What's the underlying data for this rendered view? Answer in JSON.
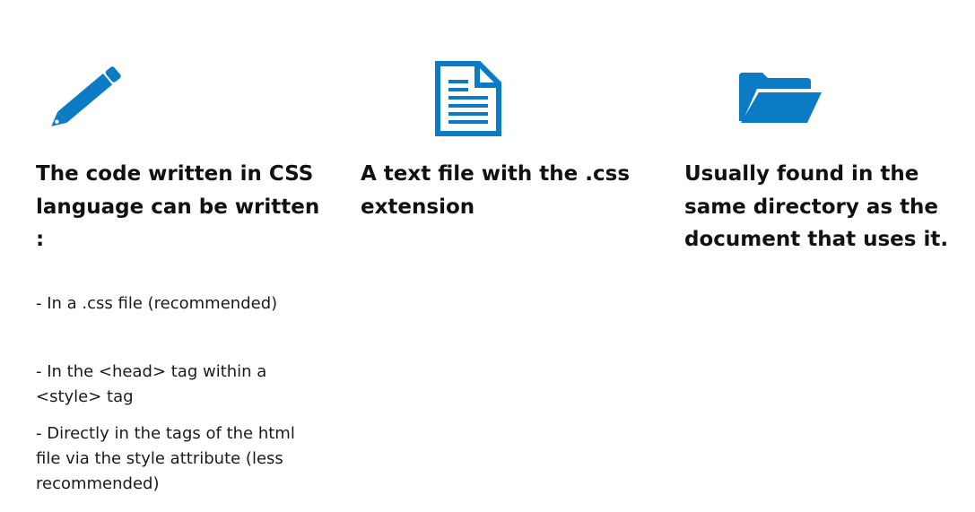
{
  "colors": {
    "accent": "#0a7bc4",
    "text": "#111111",
    "background": "#ffffff"
  },
  "columns": [
    {
      "icon": "pencil-icon",
      "heading": "The code written in CSS language can be written :",
      "items": [
        "- In a .css file (recommended)",
        "- In the <head> tag within a <style> tag",
        "- Directly in the tags of the html file via the style attribute (less recommended)"
      ]
    },
    {
      "icon": "document-icon",
      "heading": "A text file with the .css extension"
    },
    {
      "icon": "folder-icon",
      "heading": "Usually found in the same directory as the document that uses it."
    }
  ]
}
